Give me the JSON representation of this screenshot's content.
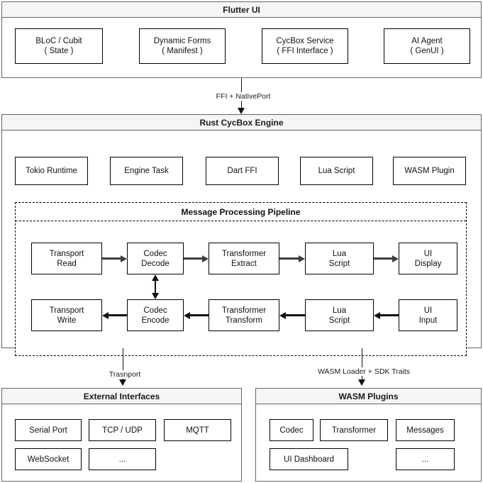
{
  "diagram": {
    "title_visible": false,
    "connectors": [
      {
        "label": "FFI + NativePort",
        "from": "flutter-ui",
        "to": "rust-cycbox-engine"
      },
      {
        "label": "Trasnport",
        "from": "rust-cycbox-engine",
        "to": "external-interfaces"
      },
      {
        "label": "WASM Loader + SDK Traits",
        "from": "rust-cycbox-engine",
        "to": "wasm-plugins"
      }
    ]
  },
  "flutter_ui": {
    "title": "Flutter UI",
    "boxes": [
      {
        "line1": "BLoC / Cubit",
        "line2": "( State )"
      },
      {
        "line1": "Dynamic Forms",
        "line2": "( Manifest )"
      },
      {
        "line1": "CycBox Service",
        "line2": "( FFI Interface )"
      },
      {
        "line1": "AI Agent",
        "line2": "( GenUI )"
      }
    ]
  },
  "rust_engine": {
    "title": "Rust CycBox Engine",
    "boxes": [
      {
        "line1": "Tokio Runtime"
      },
      {
        "line1": "Engine Task"
      },
      {
        "line1": "Dart FFI"
      },
      {
        "line1": "Lua Script"
      },
      {
        "line1": "WASM Plugin"
      }
    ],
    "pipeline": {
      "title": "Message Processing Pipeline",
      "inbound": [
        {
          "line1": "Transport",
          "line2": "Read"
        },
        {
          "line1": "Codec",
          "line2": "Decode"
        },
        {
          "line1": "Transformer",
          "line2": "Extract"
        },
        {
          "line1": "Lua",
          "line2": "Script"
        },
        {
          "line1": "UI",
          "line2": "Display"
        }
      ],
      "outbound": [
        {
          "line1": "Transport",
          "line2": "Write"
        },
        {
          "line1": "Codec",
          "line2": "Encode"
        },
        {
          "line1": "Transformer",
          "line2": "Transform"
        },
        {
          "line1": "Lua",
          "line2": "Script"
        },
        {
          "line1": "UI",
          "line2": "Input"
        }
      ]
    }
  },
  "external_interfaces": {
    "title": "External Interfaces",
    "row1": [
      {
        "line1": "Serial Port"
      },
      {
        "line1": "TCP / UDP"
      },
      {
        "line1": "MQTT"
      }
    ],
    "row2": [
      {
        "line1": "WebSocket"
      },
      {
        "line1": "..."
      }
    ]
  },
  "wasm_plugins": {
    "title": "WASM Plugins",
    "row1": [
      {
        "line1": "Codec"
      },
      {
        "line1": "Transformer"
      },
      {
        "line1": "Messages"
      }
    ],
    "row2": [
      {
        "line1": "UI Dashboard"
      },
      {
        "line1": "..."
      }
    ]
  },
  "colors": {
    "header_bg": "#f5f5f5",
    "panel_border": "#666666",
    "box_border": "#000000",
    "text": "#111111",
    "canvas_bg": "#ffffff"
  }
}
